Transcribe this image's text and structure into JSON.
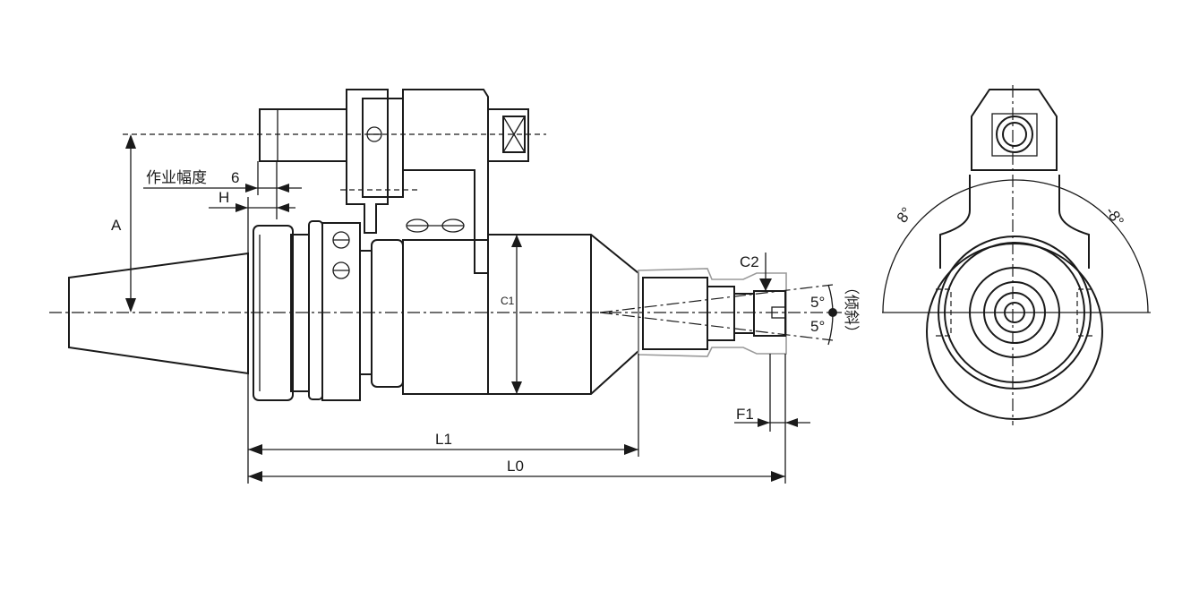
{
  "labels": {
    "working_range": "作业幅度",
    "working_range_value": "6",
    "h": "H",
    "a": "A",
    "c1": "C1",
    "c2": "C2",
    "angle_up": "5°",
    "angle_down": "5°",
    "tilt": "（倾斜）",
    "f1": "F1",
    "l1": "L1",
    "l0": "L0",
    "angle_left": "8°",
    "angle_right": "-8°"
  }
}
